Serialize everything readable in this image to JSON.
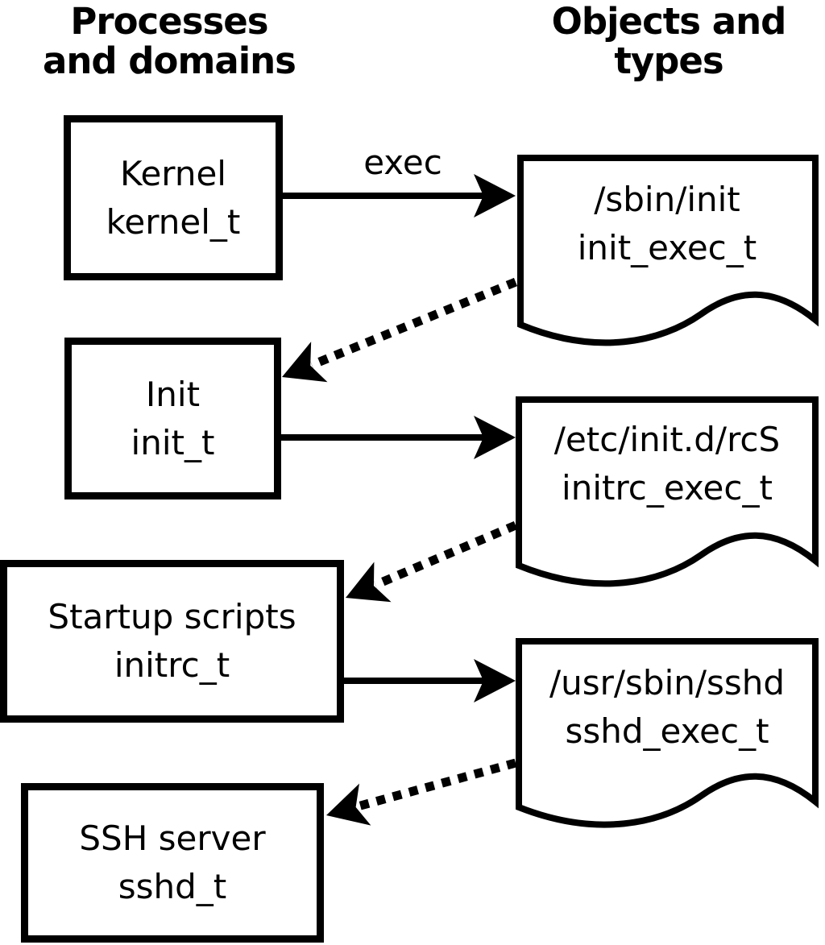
{
  "diagram": {
    "columns": {
      "left_header": {
        "line1": "Processes",
        "line2": "and domains"
      },
      "right_header": {
        "line1": "Objects and",
        "line2": "types"
      }
    },
    "processes": [
      {
        "name": "Kernel",
        "domain": "kernel_t"
      },
      {
        "name": "Init",
        "domain": "init_t"
      },
      {
        "name": "Startup scripts",
        "domain": "initrc_t"
      },
      {
        "name": "SSH server",
        "domain": "sshd_t"
      }
    ],
    "objects": [
      {
        "path": "/sbin/init",
        "type": "init_exec_t"
      },
      {
        "path": "/etc/init.d/rcS",
        "type": "initrc_exec_t"
      },
      {
        "path": "/usr/sbin/sshd",
        "type": "sshd_exec_t"
      }
    ],
    "edges": [
      {
        "from": "Kernel (kernel_t)",
        "to": "/sbin/init (init_exec_t)",
        "style": "solid",
        "label": "exec"
      },
      {
        "from": "/sbin/init (init_exec_t)",
        "to": "Init (init_t)",
        "style": "dotted",
        "label": ""
      },
      {
        "from": "Init (init_t)",
        "to": "/etc/init.d/rcS (initrc_exec_t)",
        "style": "solid",
        "label": ""
      },
      {
        "from": "/etc/init.d/rcS (initrc_exec_t)",
        "to": "Startup scripts (initrc_t)",
        "style": "dotted",
        "label": ""
      },
      {
        "from": "Startup scripts (initrc_t)",
        "to": "/usr/sbin/sshd (sshd_exec_t)",
        "style": "solid",
        "label": ""
      },
      {
        "from": "/usr/sbin/sshd (sshd_exec_t)",
        "to": "SSH server (sshd_t)",
        "style": "dotted",
        "label": ""
      }
    ],
    "colors": {
      "foreground": "#000000",
      "background": "#ffffff"
    }
  }
}
